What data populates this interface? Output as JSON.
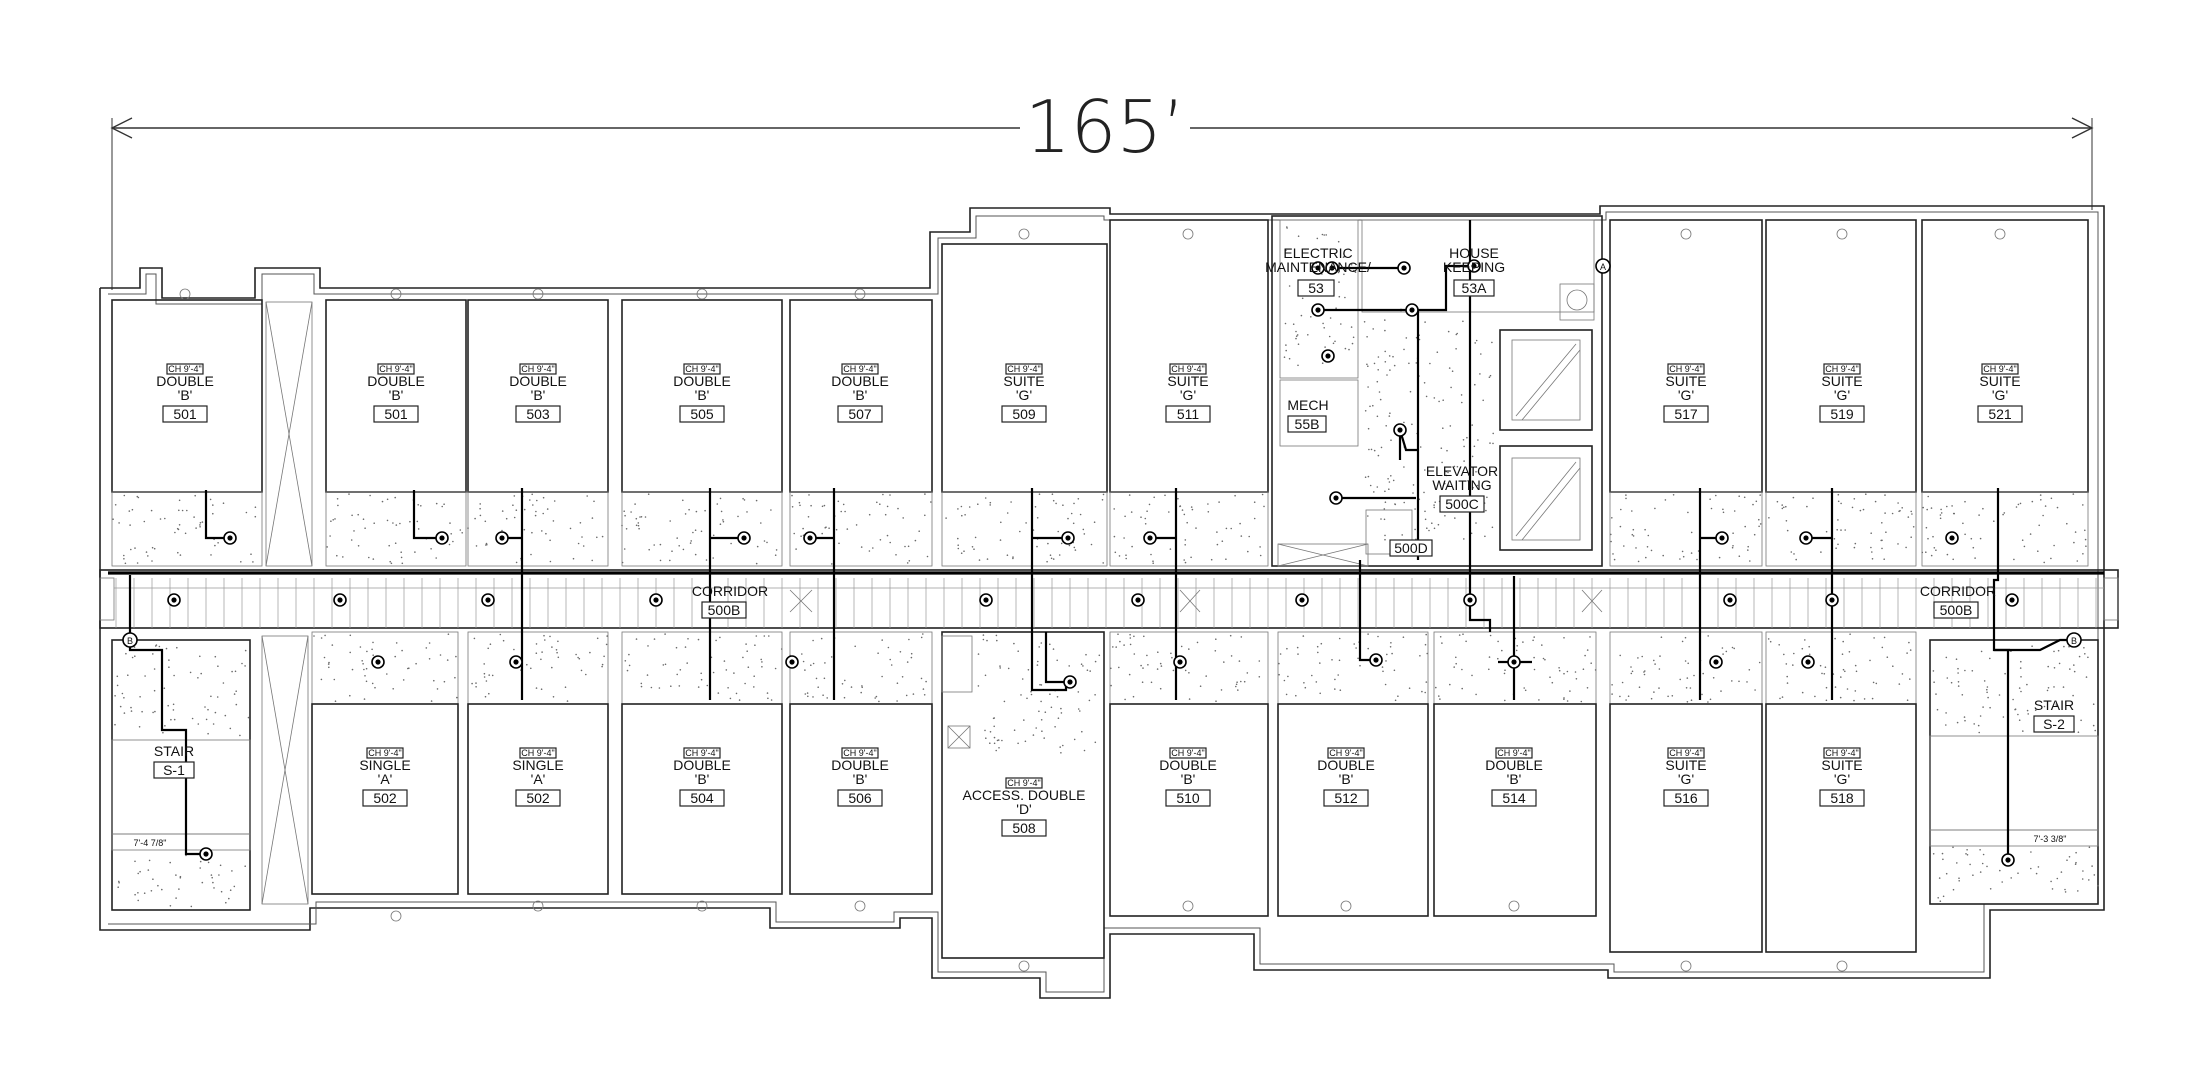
{
  "dimension": "165’",
  "ceiling_height": "CH 9'-4\"",
  "rooms_top": [
    {
      "type": "DOUBLE",
      "variant": "'B'",
      "number": "501"
    },
    {
      "type": "DOUBLE",
      "variant": "'B'",
      "number": "501"
    },
    {
      "type": "DOUBLE",
      "variant": "'B'",
      "number": "503"
    },
    {
      "type": "DOUBLE",
      "variant": "'B'",
      "number": "505"
    },
    {
      "type": "DOUBLE",
      "variant": "'B'",
      "number": "507"
    },
    {
      "type": "SUITE",
      "variant": "'G'",
      "number": "509"
    },
    {
      "type": "SUITE",
      "variant": "'G'",
      "number": "511"
    },
    {
      "type": "SUITE",
      "variant": "'G'",
      "number": "517"
    },
    {
      "type": "SUITE",
      "variant": "'G'",
      "number": "519"
    },
    {
      "type": "SUITE",
      "variant": "'G'",
      "number": "521"
    }
  ],
  "rooms_bottom": [
    {
      "type": "SINGLE",
      "variant": "'A'",
      "number": "502"
    },
    {
      "type": "SINGLE",
      "variant": "'A'",
      "number": "502"
    },
    {
      "type": "DOUBLE",
      "variant": "'B'",
      "number": "504"
    },
    {
      "type": "DOUBLE",
      "variant": "'B'",
      "number": "506"
    },
    {
      "type": "ACCESS. DOUBLE",
      "variant": "'D'",
      "number": "508"
    },
    {
      "type": "DOUBLE",
      "variant": "'B'",
      "number": "510"
    },
    {
      "type": "DOUBLE",
      "variant": "'B'",
      "number": "512"
    },
    {
      "type": "DOUBLE",
      "variant": "'B'",
      "number": "514"
    },
    {
      "type": "SUITE",
      "variant": "'G'",
      "number": "516"
    },
    {
      "type": "SUITE",
      "variant": "'G'",
      "number": "518"
    }
  ],
  "service": {
    "electric_label_1": "ELECTRIC",
    "electric_label_2": "MAINTENANCE/",
    "electric_number": "53",
    "housekeeping_label_1": "HOUSE",
    "housekeeping_label_2": "KEEPING",
    "housekeeping_number": "53A",
    "mech_label": "MECH",
    "mech_number": "55B",
    "elevator_label_1": "ELEVATOR",
    "elevator_label_2": "WAITING",
    "elevator_number": "500C",
    "small_room_number": "500D"
  },
  "corridor": {
    "label": "CORRIDOR",
    "west_number": "500B",
    "east_number": "500B"
  },
  "stairs": [
    {
      "label": "STAIR",
      "number": "S-1",
      "dimension": "7'-4 7/8\""
    },
    {
      "label": "STAIR",
      "number": "S-2",
      "dimension": "7'-3 3/8\""
    }
  ],
  "markers": {
    "a": "A",
    "b": "B"
  }
}
